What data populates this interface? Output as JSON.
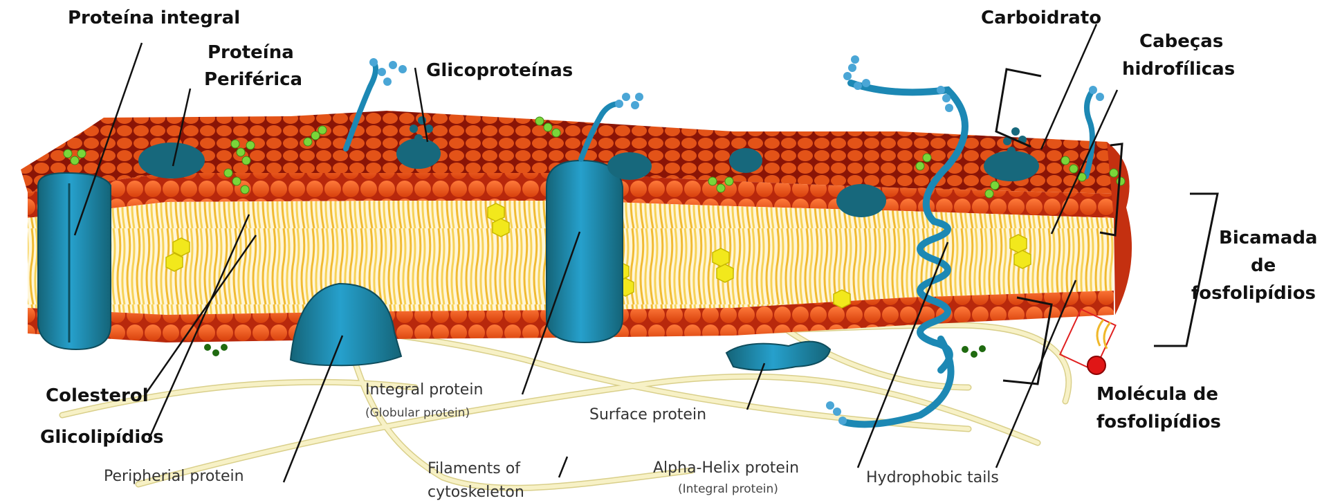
{
  "labels": {
    "proteina_integral": "Proteína integral",
    "proteina_periferica_1": "Proteína",
    "proteina_periferica_2": "Periférica",
    "glicoproteinas": "Glicoproteínas",
    "carboidrato": "Carboidrato",
    "cabecas_1": "Cabeças",
    "cabecas_2": "hidrofílicas",
    "bicamada_1": "Bicamada",
    "bicamada_2": "de",
    "bicamada_3": "fosfolipídios",
    "molecula_1": "Molécula de",
    "molecula_2": "fosfolipídios",
    "colesterol": "Colesterol",
    "glicolipidios": "Glicolipídios",
    "integral_protein": "Integral protein",
    "globular_protein": "(Globular protein)",
    "surface_protein": "Surface protein",
    "peripherial_protein": "Peripherial protein",
    "filaments_1": "Filaments of",
    "filaments_2": "cytoskeleton",
    "alpha_helix": "Alpha-Helix protein",
    "alpha_helix_sub": "(Integral protein)",
    "hydrophobic_tails": "Hydrophobic tails"
  },
  "colors": {
    "head_orange": "#e8501a",
    "head_dark": "#a8200a",
    "surface_red": "#9e1608",
    "tail_yellow": "#f0c030",
    "protein_blue": "#1c88b4",
    "protein_dark": "#146478",
    "cholesterol": "#f2e81c",
    "glycolipid_green": "#7ad63a",
    "filament": "#f5eebc",
    "selection_box": "#e02020"
  }
}
